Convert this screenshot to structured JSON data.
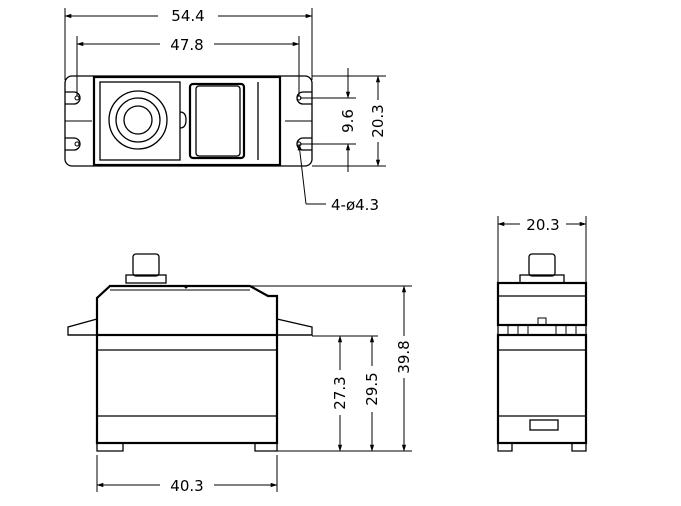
{
  "drawing": {
    "top_view": {
      "overall_width": "54.4",
      "mount_hole_spacing": "47.8",
      "height": "20.3",
      "hole_offset": "9.6",
      "hole_callout": "4-ø4.3"
    },
    "front_view": {
      "body_width": "40.3",
      "flange_height": "27.3",
      "case_height": "29.5",
      "overall_height": "39.8"
    },
    "side_view": {
      "width": "20.3"
    }
  }
}
